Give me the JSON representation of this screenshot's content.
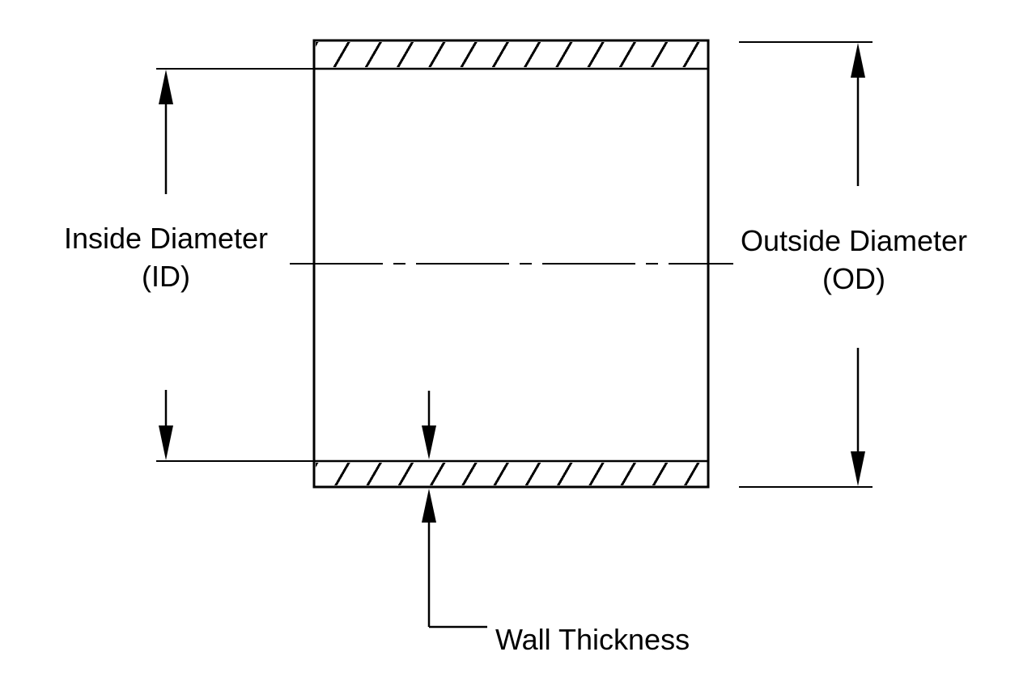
{
  "diagram": {
    "labels": {
      "inside_diameter": "Inside Diameter",
      "inside_diameter_abbr": "(ID)",
      "outside_diameter": "Outside Diameter",
      "outside_diameter_abbr": "(OD)",
      "wall_thickness": "Wall Thickness"
    },
    "colors": {
      "line": "#000000",
      "background": "#ffffff"
    }
  }
}
